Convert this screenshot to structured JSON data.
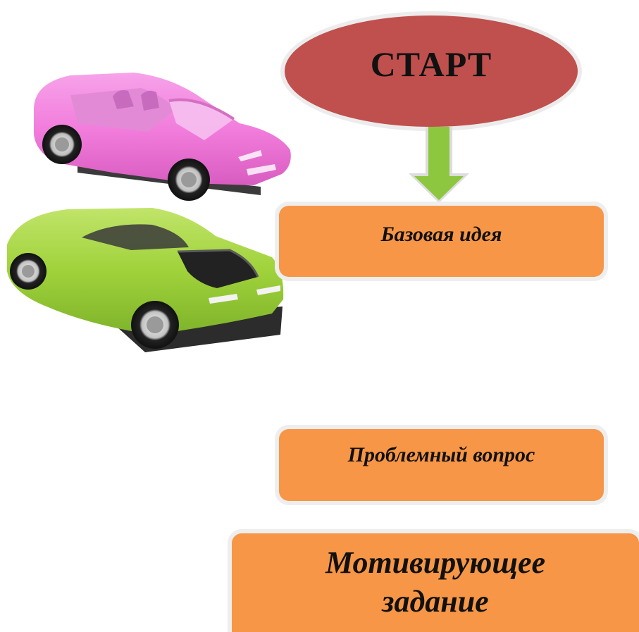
{
  "diagram": {
    "start": {
      "label": "СТАРТ"
    },
    "steps": [
      {
        "label": "Базовая идея"
      },
      {
        "label": "Проблемный вопрос"
      },
      {
        "label_line1": "Мотивирующее",
        "label_line2": "задание"
      }
    ]
  },
  "colors": {
    "start_fill": "#c0504d",
    "step_fill": "#f79646",
    "arrow_fill": "#8dc63f",
    "pink_car": "#f27ddc",
    "green_car": "#9fd23a"
  },
  "images": [
    {
      "name": "pink-convertible-toy-car"
    },
    {
      "name": "green-coupe-toy-car"
    }
  ]
}
